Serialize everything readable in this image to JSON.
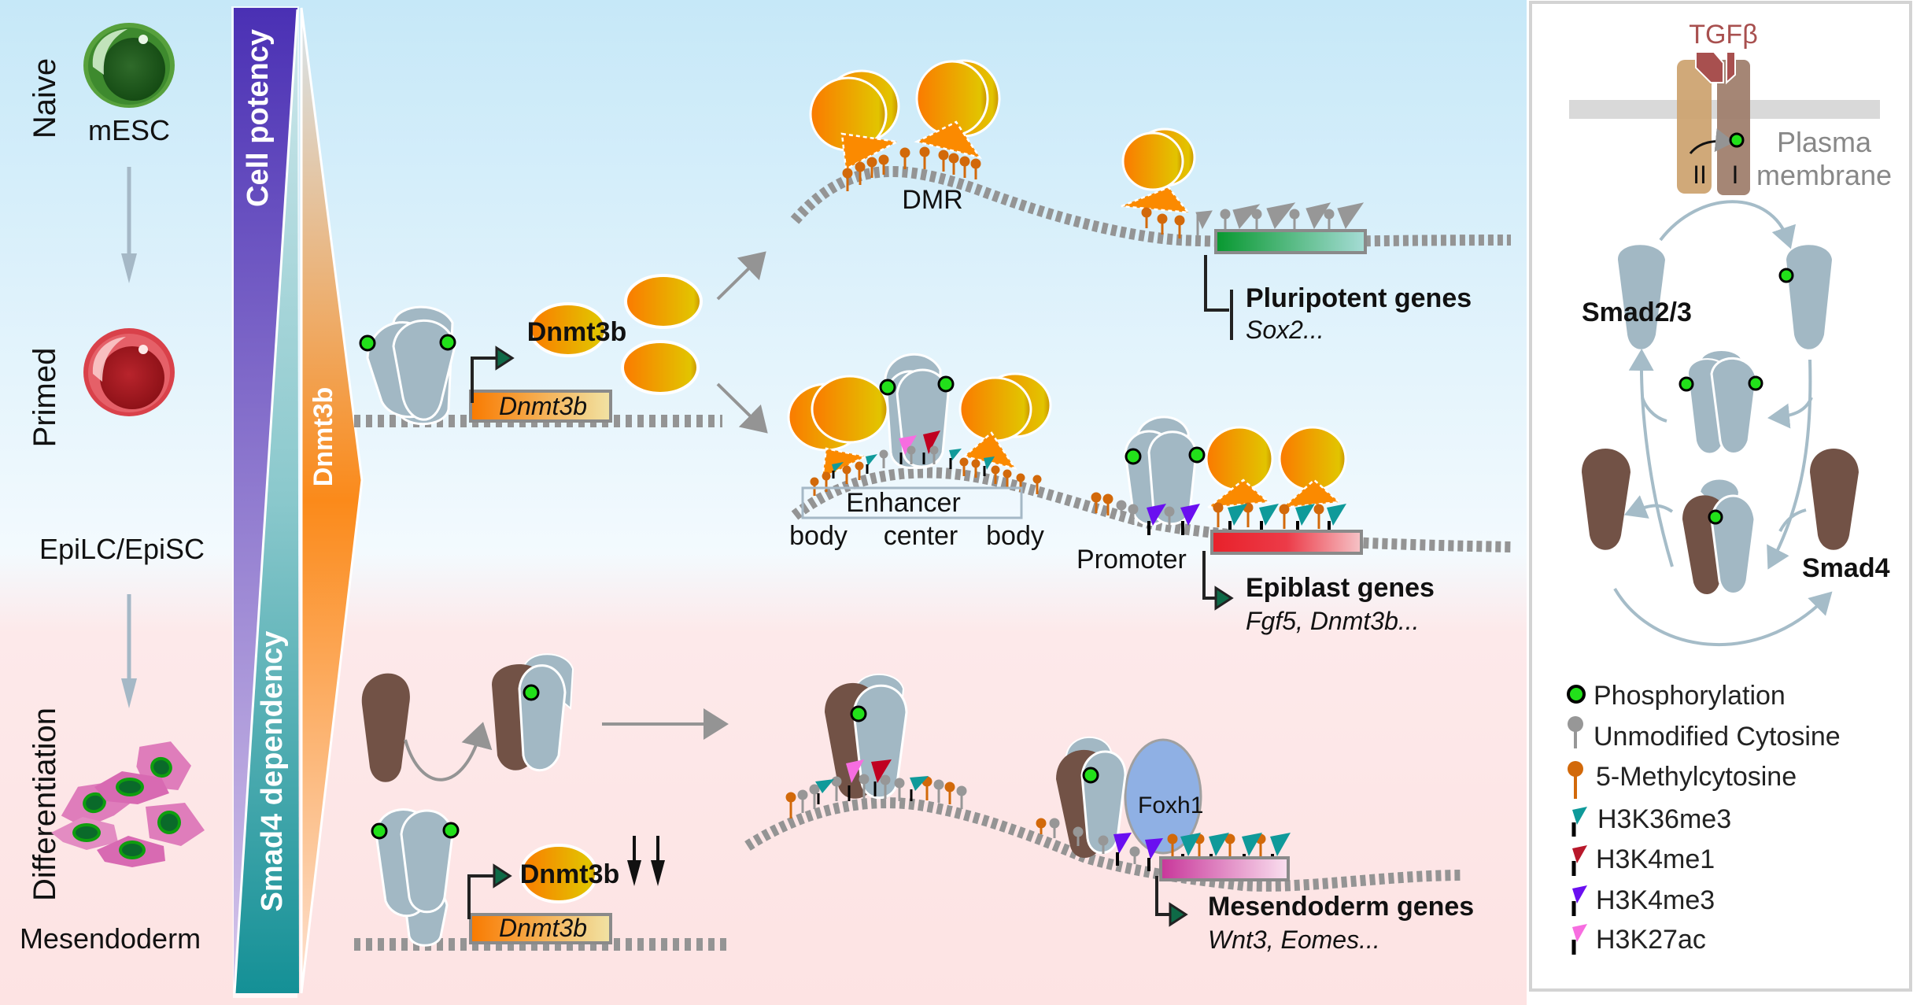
{
  "stages": {
    "naive": "Naive",
    "primed": "Primed",
    "differentiation": "Differentiation"
  },
  "cells": {
    "mesc": "mESC",
    "epilc": "EpiLC/EpiSC",
    "mesendoderm": "Mesendoderm"
  },
  "bars": {
    "cell_potency": "Cell potency",
    "smad4_dependency": "Smad4 dependency",
    "dnmt3b": "Dnmt3b"
  },
  "top": {
    "protein_label": "Dnmt3b",
    "gene_label": "Dnmt3b",
    "dmr": "DMR",
    "pluripotent_title": "Pluripotent genes",
    "pluripotent_examples": "Sox2...",
    "enhancer": "Enhancer",
    "enhancer_body_left": "body",
    "enhancer_center": "center",
    "enhancer_body_right": "body",
    "promoter": "Promoter",
    "epiblast_title": "Epiblast genes",
    "epiblast_examples": "Fgf5, Dnmt3b..."
  },
  "bottom": {
    "protein_label": "Dnmt3b",
    "gene_label": "Dnmt3b",
    "foxh1": "Foxh1",
    "mesendoderm_title": "Mesendoderm genes",
    "mesendoderm_examples": "Wnt3, Eomes..."
  },
  "pathway": {
    "tgfb": "TGFβ",
    "receptor_ii": "II",
    "receptor_i": "I",
    "plasma": "Plasma",
    "membrane": "membrane",
    "smad23": "Smad2/3",
    "smad4": "Smad4"
  },
  "legend": [
    {
      "icon": "phosphorylation-icon",
      "label": "Phosphorylation",
      "color": "#22e01a"
    },
    {
      "icon": "unmodified-cytosine-icon",
      "label": "Unmodified Cytosine",
      "color": "#979797"
    },
    {
      "icon": "methylcytosine-icon",
      "label": "5-Methylcytosine",
      "color": "#d2690a"
    },
    {
      "icon": "h3k36me3-flag-icon",
      "label": "H3K36me3",
      "color": "#0f9a9a"
    },
    {
      "icon": "h3k4me1-flag-icon",
      "label": "H3K4me1",
      "color": "#b8182b"
    },
    {
      "icon": "h3k4me3-flag-icon",
      "label": "H3K4me3",
      "color": "#6a0ff0"
    },
    {
      "icon": "h3k27ac-flag-icon",
      "label": "H3K27ac",
      "color": "#f76de0"
    }
  ],
  "colors": {
    "smad23": "#a2b8c4",
    "smad4": "#725246",
    "dnmt3b_start": "#fb7a00",
    "dnmt3b_end": "#e2c800",
    "pluripotent_gene": "#0a9a3c",
    "epiblast_gene": "#e8212a",
    "mesendoderm_gene": "#c8369a",
    "foxh1": "#8fb0e4",
    "tgfb": "#a8504f"
  }
}
